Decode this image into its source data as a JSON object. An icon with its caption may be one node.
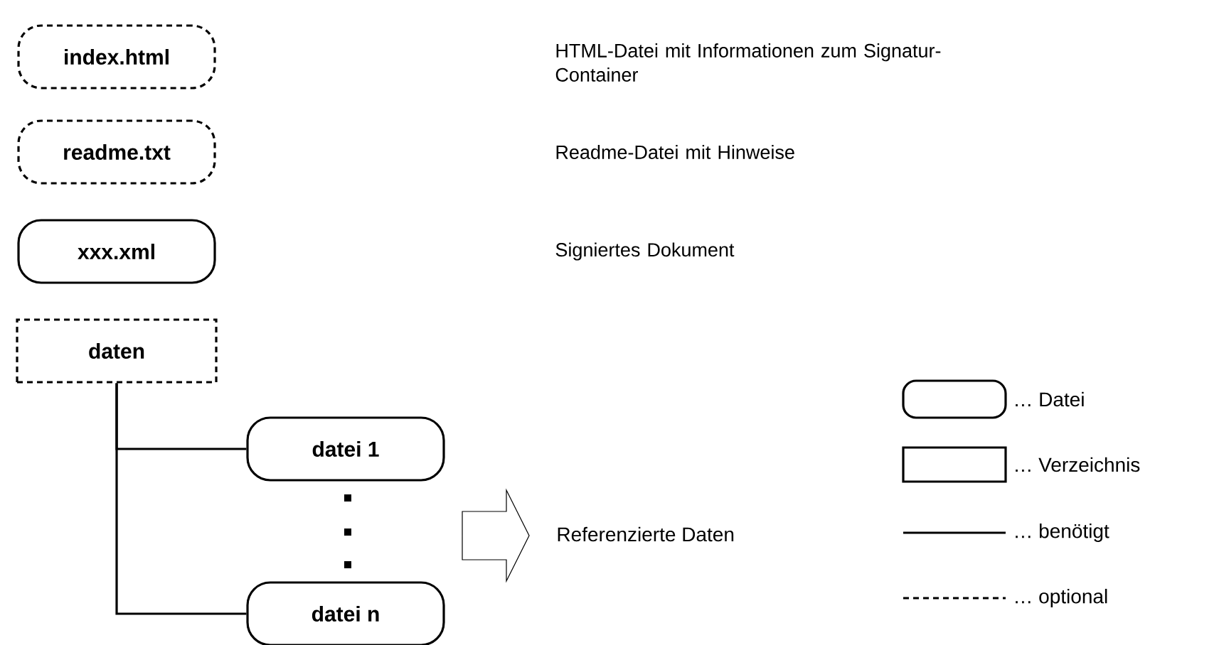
{
  "diagram": {
    "nodes": [
      {
        "text": [
          "index.html"
        ]
      },
      {
        "text": [
          "readme.txt"
        ]
      },
      {
        "text": [
          "xxx.xml"
        ]
      },
      {
        "text": [
          "daten"
        ]
      },
      {
        "text": [
          "datei 1"
        ]
      },
      {
        "text": [
          "datei n"
        ]
      },
      {
        "text": [
          "Referenzierte Daten"
        ]
      }
    ],
    "edges": [
      {
        "from": 3,
        "to": 4,
        "arrow": "none"
      },
      {
        "from": 3,
        "to": 5,
        "arrow": "none"
      },
      {
        "from": null,
        "to": 6,
        "arrow": "to"
      }
    ],
    "labels": [
      "HTML-Datei mit Informationen zum Signatur-Container",
      "Readme-Datei mit Hinweise",
      "Signiertes Dokument"
    ],
    "legend": [
      {
        "text": "… Datei"
      },
      {
        "text": "… Verzeichnis"
      },
      {
        "text": "… benötigt"
      },
      {
        "text": "… optional"
      }
    ]
  }
}
